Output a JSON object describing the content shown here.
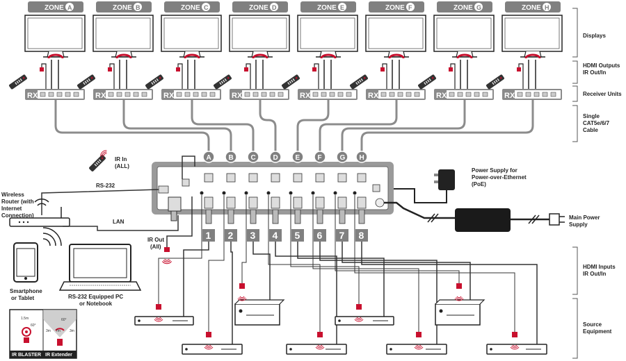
{
  "zones": {
    "prefix": "ZONE",
    "letters": [
      "A",
      "B",
      "C",
      "D",
      "E",
      "F",
      "G",
      "H"
    ],
    "rx_label": "RX"
  },
  "inputs": {
    "numbers": [
      "1",
      "2",
      "3",
      "4",
      "5",
      "6",
      "7",
      "8"
    ]
  },
  "legend_right": {
    "displays": "Displays",
    "hdmi_out_1": "HDMI Outputs",
    "hdmi_out_2": "IR Out/In",
    "receivers": "Receiver Units",
    "cable_1": "Single",
    "cable_2": "CAT5e/6/7",
    "cable_3": "Cable",
    "hdmi_in_1": "HDMI Inputs",
    "hdmi_in_2": "IR Out/In",
    "source_1": "Source",
    "source_2": "Equipment"
  },
  "left": {
    "ir_in_1": "IR In",
    "ir_in_2": "(ALL)",
    "rs232": "RS-232",
    "router_1": "Wireless",
    "router_2": "Router (with",
    "router_3": "Internet",
    "router_4": "Connection)",
    "lan": "LAN",
    "ir_out_1": "IR Out",
    "ir_out_2": "(All)",
    "phone_1": "Smartphone",
    "phone_2": "or Tablet",
    "pc_1": "RS-232 Equipped PC",
    "pc_2": "or Notebook"
  },
  "power": {
    "poe_1": "Power Supply for",
    "poe_2": "Power-over-Ethernet",
    "poe_3": "(PoE)",
    "main_1": "Main Power",
    "main_2": "Supply"
  },
  "ir_legend": {
    "blaster": "IR BLASTER",
    "extender": "IR Extender",
    "blaster_range": "1.5m",
    "blaster_angle": "60°",
    "ext_range": "7m",
    "ext_angle": "60°",
    "ext_side_l": "3m",
    "ext_side_r": "3m"
  },
  "colors": {
    "accent": "#7a7a7a",
    "ir_red": "#c8102e",
    "cable": "#8c8c8c"
  }
}
